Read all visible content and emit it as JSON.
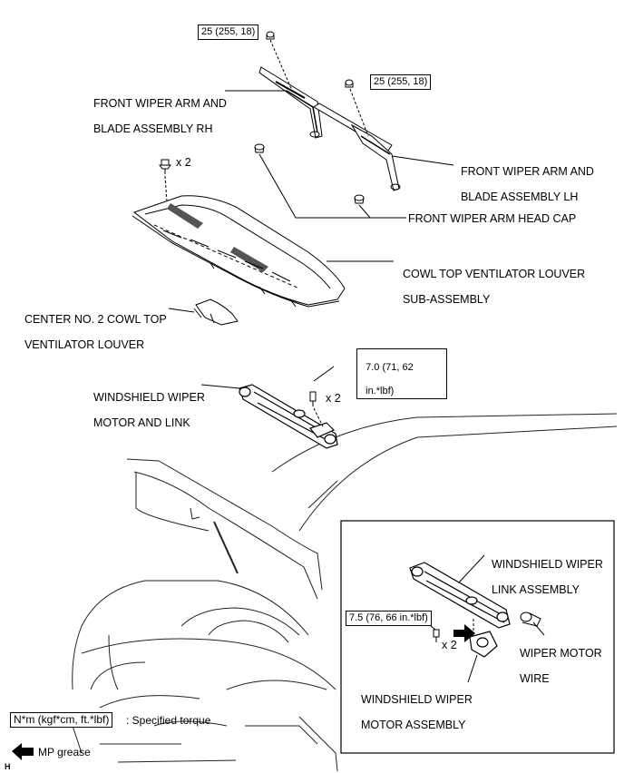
{
  "torque_values": {
    "arm_nut_rh": "25 (255, 18)",
    "arm_nut_lh": "25 (255, 18)",
    "motor_link_bolt_line1": "7.0 (71, 62",
    "motor_link_bolt_line2": "in.*lbf)",
    "motor_bolt": "7.5 (76, 66 in.*lbf)"
  },
  "quantities": {
    "cowl_clip": "x 2",
    "link_bolts": "x 2",
    "motor_bolts": "x 2"
  },
  "labels": {
    "wiper_rh_line1": "FRONT WIPER ARM AND",
    "wiper_rh_line2": "BLADE ASSEMBLY RH",
    "wiper_lh_line1": "FRONT WIPER ARM AND",
    "wiper_lh_line2": "BLADE ASSEMBLY LH",
    "head_cap": "FRONT WIPER ARM HEAD CAP",
    "louver_line1": "COWL TOP VENTILATOR LOUVER",
    "louver_line2": "SUB-ASSEMBLY",
    "center_line1": "CENTER NO. 2 COWL TOP",
    "center_line2": "VENTILATOR LOUVER",
    "motor_link_line1": "WINDSHIELD WIPER",
    "motor_link_line2": "MOTOR AND LINK",
    "link_assy_line1": "WINDSHIELD WIPER",
    "link_assy_line2": "LINK ASSEMBLY",
    "motor_wire_line1": "WIPER MOTOR",
    "motor_wire_line2": "WIRE",
    "motor_assy_line1": "WINDSHIELD WIPER",
    "motor_assy_line2": "MOTOR ASSEMBLY"
  },
  "legend": {
    "torque_unit": "N*m (kgf*cm, ft.*lbf)",
    "torque_desc": ": Specified torque",
    "grease_desc": "MP grease",
    "corner_mark": "H"
  }
}
